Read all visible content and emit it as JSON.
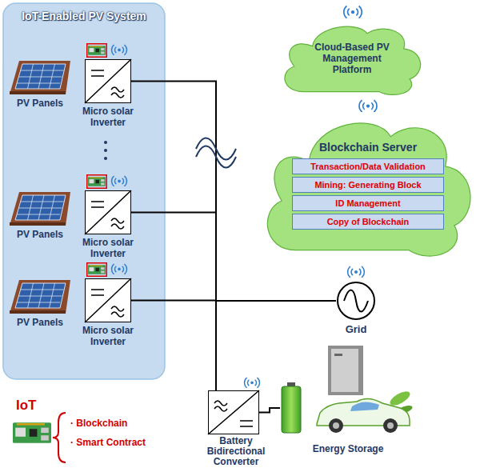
{
  "diagram": {
    "nodes": [
      {
        "text": [
          "IoT-Enabled PV System"
        ]
      },
      {
        "text": [
          "PV Panels"
        ],
        "in": 0
      },
      {
        "text": [
          "Micro solar Inverter"
        ],
        "in": 0
      },
      {
        "text": [
          "PV Panels"
        ],
        "in": 0
      },
      {
        "text": [
          "Micro solar Inverter"
        ],
        "in": 0
      },
      {
        "text": [
          "PV Panels"
        ],
        "in": 0
      },
      {
        "text": [
          "Micro solar Inverter"
        ],
        "in": 0
      },
      {
        "text": [
          "Cloud-Based PV Management Platform"
        ]
      },
      {
        "text": [
          "Blockchain Server"
        ]
      },
      {
        "text": [
          "Transaction/Data Validation"
        ],
        "in": 8
      },
      {
        "text": [
          "Mining: Generating Block"
        ],
        "in": 8
      },
      {
        "text": [
          "ID Management"
        ],
        "in": 8
      },
      {
        "text": [
          "Copy of Blockchain"
        ],
        "in": 8
      },
      {
        "text": [
          "Grid"
        ]
      },
      {
        "text": [
          "Battery Bidirectional Converter"
        ]
      },
      {
        "text": [
          "Energy Storage"
        ]
      }
    ],
    "edges": [
      {
        "from": 2,
        "to": 13,
        "arrow": "none"
      },
      {
        "from": 4,
        "to": 13,
        "arrow": "none"
      },
      {
        "from": 6,
        "to": 13,
        "arrow": "none"
      },
      {
        "from": 14,
        "to": 13,
        "arrow": "none"
      },
      {
        "from": 14,
        "to": 15,
        "arrow": "none"
      }
    ],
    "labels": [
      "IoT",
      "· Blockchain",
      "· Smart Contract"
    ]
  }
}
